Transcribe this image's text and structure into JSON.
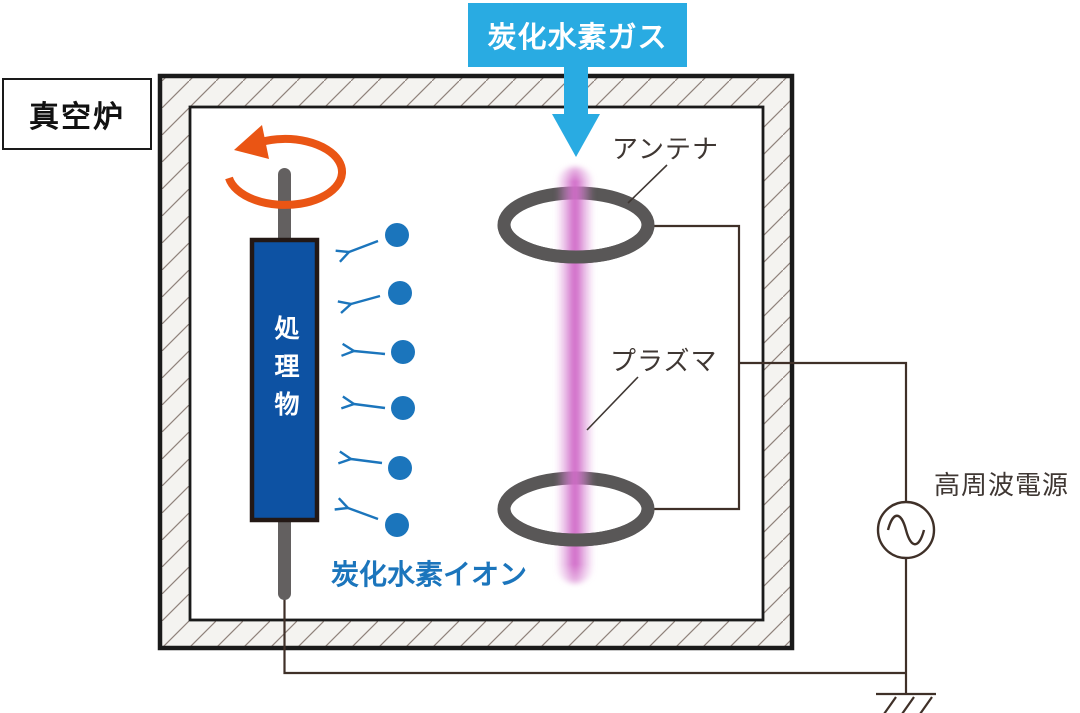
{
  "diagram": {
    "furnace_label": "真空炉",
    "gas_label": "炭化水素ガス",
    "antenna_label": "アンテナ",
    "plasma_label": "プラズマ",
    "workpiece_label": "処理物",
    "ion_label": "炭化水素イオン",
    "power_label": "高周波電源"
  },
  "colors": {
    "gas_blue": "#29abe2",
    "ion_blue": "#1b75bc",
    "workpiece_blue": "#0d52a3",
    "plasma_pink": "#d884d2",
    "plasma_core_pink": "#d06cc8",
    "coil_gray": "#595757",
    "shaft_gray": "#636060",
    "rotation_orange": "#ea5514",
    "wire_dark": "#3f3028"
  },
  "icons": {
    "gas_flow": "down-arrow-icon",
    "rotation": "rotation-arrow-icon",
    "ion_flow": "left-arrow-icon",
    "ac_source": "ac-source-icon",
    "ground": "ground-icon"
  }
}
